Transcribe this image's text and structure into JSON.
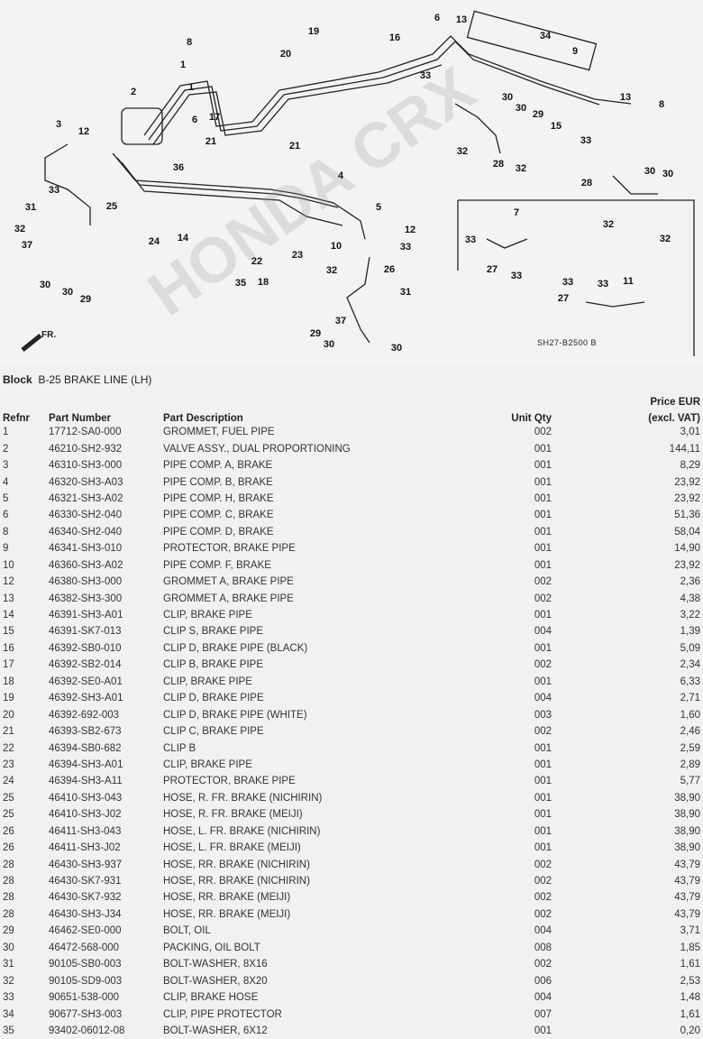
{
  "diagram": {
    "callouts": [
      "8",
      "1",
      "2",
      "1",
      "6",
      "17",
      "20",
      "19",
      "16",
      "6",
      "13",
      "34",
      "9",
      "33",
      "30",
      "30",
      "29",
      "15",
      "13",
      "8",
      "33",
      "32",
      "28",
      "32",
      "3",
      "12",
      "36",
      "21",
      "21",
      "33",
      "25",
      "31",
      "32",
      "37",
      "30",
      "30",
      "29",
      "24",
      "14",
      "4",
      "5",
      "12",
      "33",
      "10",
      "23",
      "22",
      "35",
      "18",
      "32",
      "26",
      "31",
      "37",
      "29",
      "30",
      "30",
      "28",
      "30",
      "30",
      "32",
      "32",
      "7",
      "33",
      "27",
      "33",
      "33",
      "33",
      "11",
      "27"
    ],
    "front_label": "FR.",
    "diagram_code": "SH27-B2500 B",
    "watermark": "HONDA CRX"
  },
  "block": {
    "label": "Block",
    "value": "B-25 BRAKE LINE (LH)"
  },
  "table": {
    "headers": {
      "refnr": "Refnr",
      "part_number": "Part Number",
      "description": "Part Description",
      "qty": "Unit Qty",
      "price_line1": "Price EUR",
      "price_line2": "(excl. VAT)"
    },
    "rows": [
      [
        "1",
        "17712-SA0-000",
        "GROMMET, FUEL PIPE",
        "002",
        "3,01"
      ],
      [
        "2",
        "46210-SH2-932",
        "VALVE ASSY., DUAL PROPORTIONING",
        "001",
        "144,11"
      ],
      [
        "3",
        "46310-SH3-000",
        "PIPE COMP. A, BRAKE",
        "001",
        "8,29"
      ],
      [
        "4",
        "46320-SH3-A03",
        "PIPE COMP. B, BRAKE",
        "001",
        "23,92"
      ],
      [
        "5",
        "46321-SH3-A02",
        "PIPE COMP. H, BRAKE",
        "001",
        "23,92"
      ],
      [
        "6",
        "46330-SH2-040",
        "PIPE COMP. C, BRAKE",
        "001",
        "51,36"
      ],
      [
        "8",
        "46340-SH2-040",
        "PIPE COMP. D, BRAKE",
        "001",
        "58,04"
      ],
      [
        "9",
        "46341-SH3-010",
        "PROTECTOR, BRAKE PIPE",
        "001",
        "14,90"
      ],
      [
        "10",
        "46360-SH3-A02",
        "PIPE COMP. F, BRAKE",
        "001",
        "23,92"
      ],
      [
        "12",
        "46380-SH3-000",
        "GROMMET A, BRAKE PIPE",
        "002",
        "2,36"
      ],
      [
        "13",
        "46382-SH3-300",
        "GROMMET A, BRAKE PIPE",
        "002",
        "4,38"
      ],
      [
        "14",
        "46391-SH3-A01",
        "CLIP, BRAKE PIPE",
        "001",
        "3,22"
      ],
      [
        "15",
        "46391-SK7-013",
        "CLIP S, BRAKE PIPE",
        "004",
        "1,39"
      ],
      [
        "16",
        "46392-SB0-010",
        "CLIP D, BRAKE PIPE (BLACK)",
        "001",
        "5,09"
      ],
      [
        "17",
        "46392-SB2-014",
        "CLIP B, BRAKE PIPE",
        "002",
        "2,34"
      ],
      [
        "18",
        "46392-SE0-A01",
        "CLIP, BRAKE PIPE",
        "001",
        "6,33"
      ],
      [
        "19",
        "46392-SH3-A01",
        "CLIP D, BRAKE PIPE",
        "004",
        "2,71"
      ],
      [
        "20",
        "46392-692-003",
        "CLIP D, BRAKE PIPE (WHITE)",
        "003",
        "1,60"
      ],
      [
        "21",
        "46393-SB2-673",
        "CLIP C, BRAKE PIPE",
        "002",
        "2,46"
      ],
      [
        "22",
        "46394-SB0-682",
        "CLIP B",
        "001",
        "2,59"
      ],
      [
        "23",
        "46394-SH3-A01",
        "CLIP, BRAKE PIPE",
        "001",
        "2,89"
      ],
      [
        "24",
        "46394-SH3-A11",
        "PROTECTOR, BRAKE PIPE",
        "001",
        "5,77"
      ],
      [
        "25",
        "46410-SH3-043",
        "HOSE, R. FR. BRAKE (NICHIRIN)",
        "001",
        "38,90"
      ],
      [
        "25",
        "46410-SH3-J02",
        "HOSE, R. FR. BRAKE (MEIJI)",
        "001",
        "38,90"
      ],
      [
        "26",
        "46411-SH3-043",
        "HOSE, L. FR. BRAKE (NICHIRIN)",
        "001",
        "38,90"
      ],
      [
        "26",
        "46411-SH3-J02",
        "HOSE, L. FR. BRAKE (MEIJI)",
        "001",
        "38,90"
      ],
      [
        "28",
        "46430-SH3-937",
        "HOSE, RR. BRAKE (NICHIRIN)",
        "002",
        "43,79"
      ],
      [
        "28",
        "46430-SK7-931",
        "HOSE, RR. BRAKE (NICHIRIN)",
        "002",
        "43,79"
      ],
      [
        "28",
        "46430-SK7-932",
        "HOSE, RR. BRAKE (MEIJI)",
        "002",
        "43,79"
      ],
      [
        "28",
        "46430-SH3-J34",
        "HOSE, RR. BRAKE (MEIJI)",
        "002",
        "43,79"
      ],
      [
        "29",
        "46462-SE0-000",
        "BOLT, OIL",
        "004",
        "3,71"
      ],
      [
        "30",
        "46472-568-000",
        "PACKING, OIL BOLT",
        "008",
        "1,85"
      ],
      [
        "31",
        "90105-SB0-003",
        "BOLT-WASHER, 8X16",
        "002",
        "1,61"
      ],
      [
        "32",
        "90105-SD9-003",
        "BOLT-WASHER, 8X20",
        "006",
        "2,53"
      ],
      [
        "33",
        "90651-538-000",
        "CLIP, BRAKE HOSE",
        "004",
        "1,48"
      ],
      [
        "34",
        "90677-SH3-003",
        "CLIP, PIPE PROTECTOR",
        "007",
        "1,61"
      ],
      [
        "35",
        "93402-06012-08",
        "BOLT-WASHER, 6X12",
        "001",
        "0,20"
      ]
    ]
  }
}
